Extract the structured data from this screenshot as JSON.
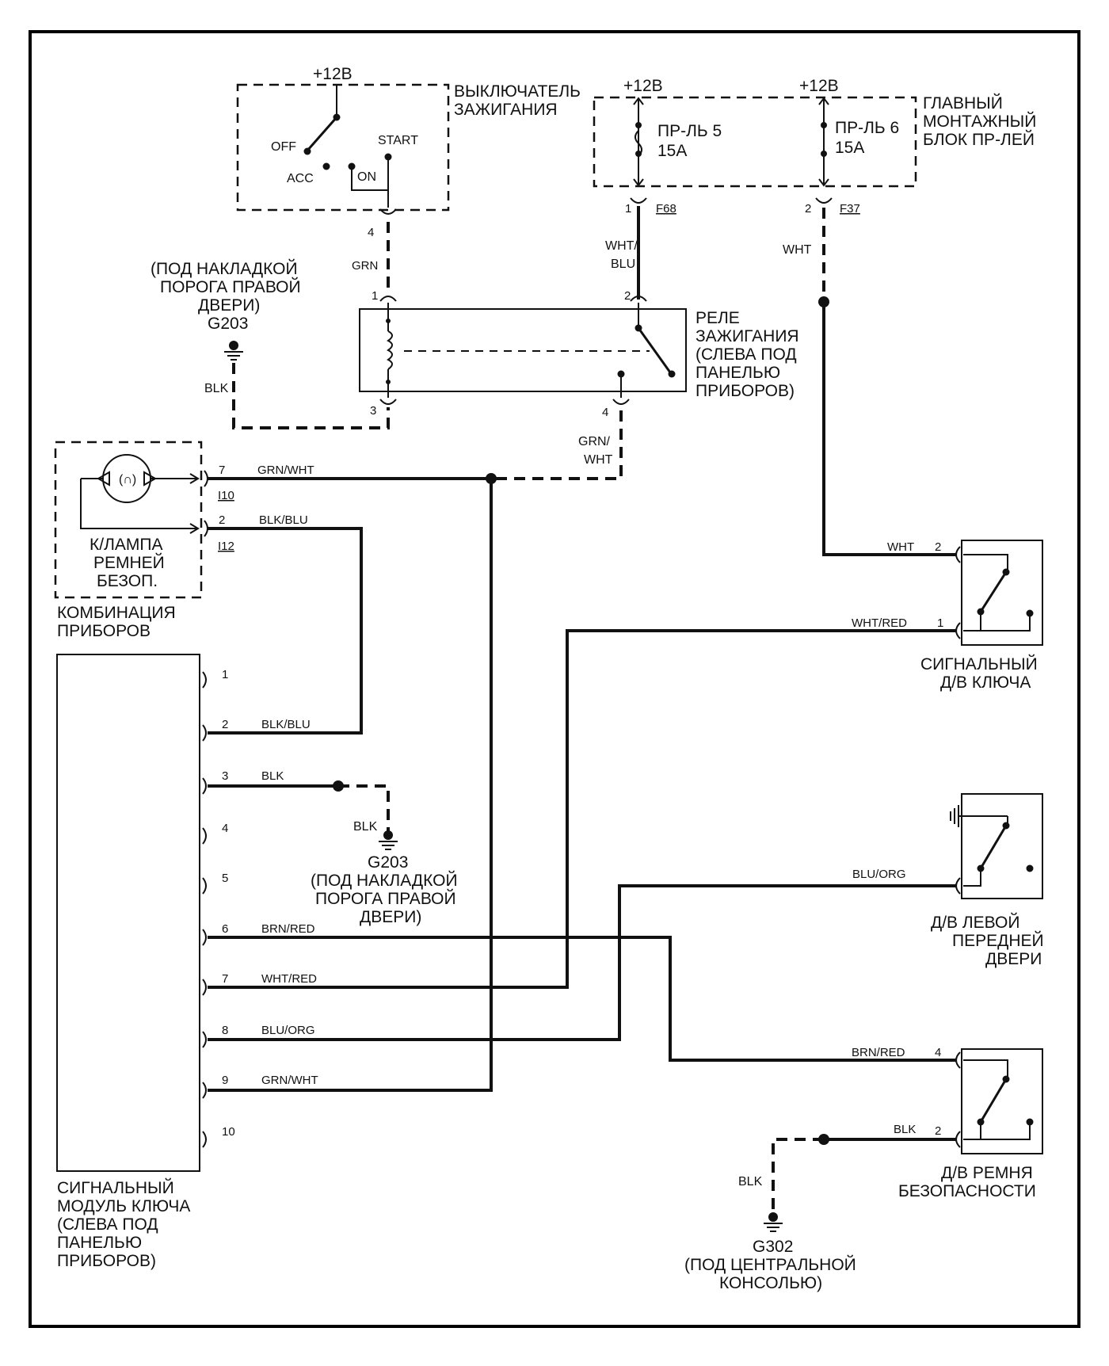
{
  "ignition_switch": {
    "title_line1": "ВЫКЛЮЧАТЕЛЬ",
    "title_line2": "ЗАЖИГАНИЯ",
    "supply": "+12В",
    "pos_off": "OFF",
    "pos_acc": "ACC",
    "pos_on": "ON",
    "pos_start": "START",
    "pin": "4",
    "wire": "GRN"
  },
  "fuse_block": {
    "title_line1": "ГЛАВНЫЙ",
    "title_line2": "МОНТАЖНЫЙ",
    "title_line3": "БЛОК ПР-ЛЕЙ",
    "supply_a": "+12В",
    "supply_b": "+12В",
    "fuse_a_name": "ПР-ЛЬ 5",
    "fuse_a_rating": "15А",
    "fuse_b_name": "ПР-ЛЬ 6",
    "fuse_b_rating": "15А",
    "fuse_a_pin": "1",
    "fuse_a_conn": "F68",
    "fuse_b_pin": "2",
    "fuse_b_conn": "F37",
    "wire_a_line1": "WHT/",
    "wire_a_line2": "BLU",
    "wire_b": "WHT"
  },
  "ground_g203_top": {
    "note_line1": "(ПОД НАКЛАДКОЙ",
    "note_line2": "ПОРОГА ПРАВОЙ",
    "note_line3": "ДВЕРИ)",
    "id": "G203",
    "wire": "BLK"
  },
  "ignition_relay": {
    "title_line1": "РЕЛЕ",
    "title_line2": "ЗАЖИГАНИЯ",
    "title_line3": "(СЛЕВА ПОД",
    "title_line4": "ПАНЕЛЬЮ",
    "title_line5": "ПРИБОРОВ)",
    "pin1": "1",
    "pin2": "2",
    "pin3": "3",
    "pin4": "4",
    "wire4_line1": "GRN/",
    "wire4_line2": "WHT"
  },
  "instrument_cluster": {
    "lamp_line1": "К/ЛАМПА",
    "lamp_line2": "РЕМНЕЙ",
    "lamp_line3": "БЕЗОП.",
    "title_line1": "КОМБИНАЦИЯ",
    "title_line2": "ПРИБОРОВ",
    "pin7": "7",
    "pin7_wire": "GRN/WHT",
    "pin7_conn": "I10",
    "pin2": "2",
    "pin2_wire": "BLK/BLU",
    "pin2_conn": "I12"
  },
  "key_module": {
    "title_line1": "СИГНАЛЬНЫЙ",
    "title_line2": "МОДУЛЬ КЛЮЧА",
    "title_line3": "(СЛЕВА ПОД",
    "title_line4": "ПАНЕЛЬЮ",
    "title_line5": "ПРИБОРОВ)",
    "pins": [
      {
        "num": "1",
        "wire": ""
      },
      {
        "num": "2",
        "wire": "BLK/BLU"
      },
      {
        "num": "3",
        "wire": "BLK"
      },
      {
        "num": "4",
        "wire": ""
      },
      {
        "num": "5",
        "wire": ""
      },
      {
        "num": "6",
        "wire": "BRN/RED"
      },
      {
        "num": "7",
        "wire": "WHT/RED"
      },
      {
        "num": "8",
        "wire": "BLU/ORG"
      },
      {
        "num": "9",
        "wire": "GRN/WHT"
      },
      {
        "num": "10",
        "wire": ""
      }
    ]
  },
  "ground_g203_mid": {
    "wire": "BLK",
    "id": "G203",
    "note_line1": "(ПОД НАКЛАДКОЙ",
    "note_line2": "ПОРОГА ПРАВОЙ",
    "note_line3": "ДВЕРИ)"
  },
  "key_switch": {
    "title_line1": "СИГНАЛЬНЫЙ",
    "title_line2": "Д/В КЛЮЧА",
    "pin2": "2",
    "pin2_wire": "WHT",
    "pin1": "1",
    "pin1_wire": "WHT/RED"
  },
  "door_switch": {
    "title_line1": "Д/В ЛЕВОЙ",
    "title_line2": "ПЕРЕДНЕЙ",
    "title_line3": "ДВЕРИ",
    "wire": "BLU/ORG"
  },
  "belt_switch": {
    "title_line1": "Д/В РЕМНЯ",
    "title_line2": "БЕЗОПАСНОСТИ",
    "pin4": "4",
    "pin4_wire": "BRN/RED",
    "pin2": "2",
    "pin2_wire": "BLK"
  },
  "ground_g302": {
    "wire": "BLK",
    "id": "G302",
    "note_line1": "(ПОД ЦЕНТРАЛЬНОЙ",
    "note_line2": "КОНСОЛЬЮ)"
  }
}
